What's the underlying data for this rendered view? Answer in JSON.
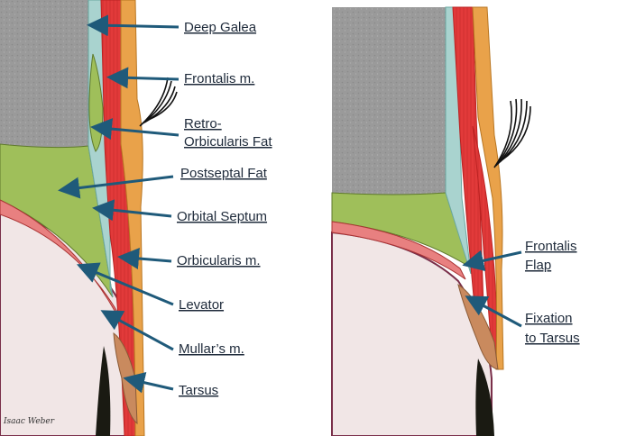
{
  "left_panel": {
    "labels": {
      "deep_galea": "Deep Galea",
      "frontalis": "Frontalis m.",
      "retro_line1": "Retro-",
      "retro_line2": "Orbicularis Fat",
      "postseptal": "Postseptal Fat",
      "septum": "Orbital Septum",
      "orbicularis": "Orbicularis m.",
      "levator": "Levator",
      "mullar": "Mullar’s m.",
      "tarsus": "Tarsus"
    },
    "signature": "Isaac Weber"
  },
  "right_panel": {
    "labels": {
      "flap_line1": "Frontalis",
      "flap_line2": "Flap",
      "fix_line1": "Fixation",
      "fix_line2": "to Tarsus"
    }
  },
  "colors": {
    "bone": "#9a9a9a",
    "fat": "#9fbf5a",
    "septum": "#a9d3cf",
    "muscle": "#e23a3a",
    "skin": "#e9a24a",
    "tarsus": "#c98a5e",
    "globe": "#f1e6e6",
    "arrow": "#1f5a7a"
  }
}
